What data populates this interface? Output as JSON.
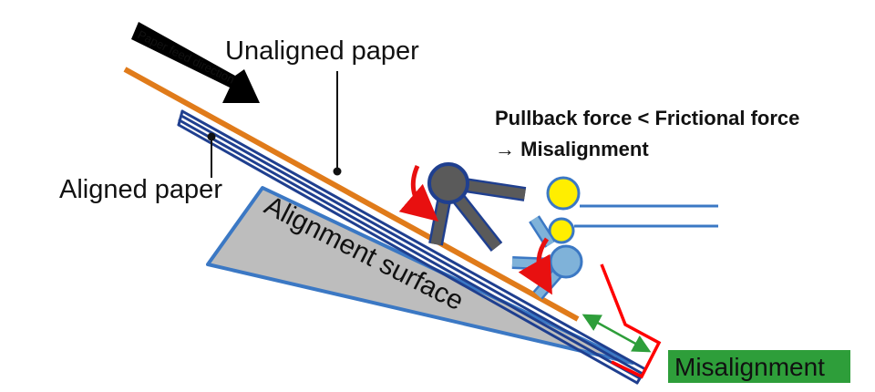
{
  "labels": {
    "paper_feed_direction": "Paper feed direction",
    "unaligned_paper": "Unaligned paper",
    "aligned_paper": "Aligned paper",
    "alignment_surface": "Alignment surface",
    "condition_line1": "Pullback force < Frictional force",
    "condition_line2": "→ Misalignment",
    "misalignment_badge": "Misalignment"
  },
  "colors": {
    "unaligned_paper": "#e07b1a",
    "aligned_paper_stroke": "#1f3f8f",
    "alignment_surface_fill": "#bdbdbd",
    "alignment_surface_stroke": "#3b78c4",
    "lever_dark": "#5a5a5a",
    "lever_light": "#7fb2d9",
    "roller_yellow": "#ffee00",
    "rotation_arrow": "#e81010",
    "stopper": "#ff0000",
    "misalignment_arrow": "#2e9e3a",
    "badge_fill": "#2e9e3a"
  }
}
